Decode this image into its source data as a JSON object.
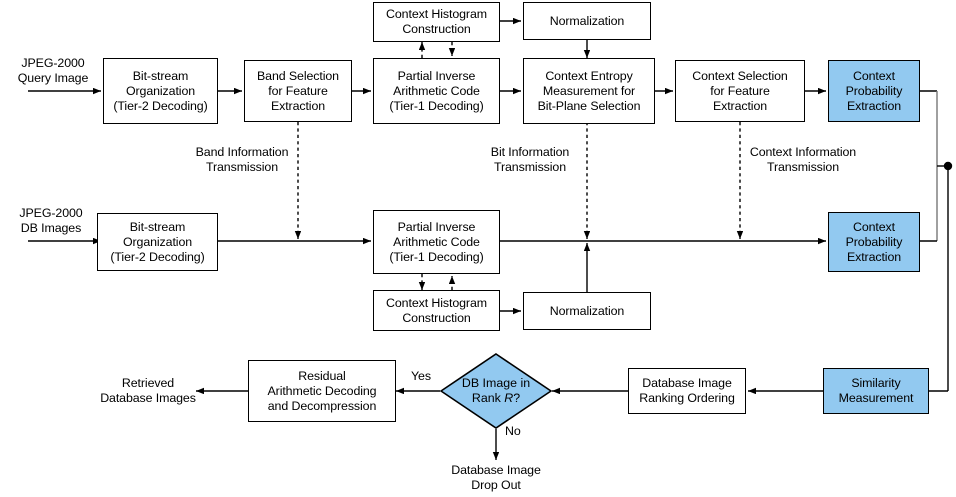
{
  "diagram": {
    "title": "JPEG-2000 compressed-domain image retrieval flowchart",
    "colors": {
      "highlight_blue": "#92c9f0",
      "line": "#000000",
      "background": "#ffffff"
    },
    "nodes": {
      "query_bitstream": "Bit-stream\nOrganization\n(Tier-2 Decoding)",
      "band_selection": "Band Selection\nfor Feature\nExtraction",
      "query_partial_inverse": "Partial Inverse\nArithmetic Code\n(Tier-1 Decoding)",
      "context_entropy": "Context Entropy\nMeasurement for\nBit-Plane Selection",
      "context_selection": "Context Selection\nfor Feature\nExtraction",
      "query_context_prob": "Context\nProbability\nExtraction",
      "top_histogram": "Context Histogram\nConstruction",
      "top_normalization": "Normalization",
      "db_bitstream": "Bit-stream\nOrganization\n(Tier-2 Decoding)",
      "db_partial_inverse": "Partial Inverse\nArithmetic Code\n(Tier-1 Decoding)",
      "db_context_prob": "Context\nProbability\nExtraction",
      "bottom_histogram": "Context Histogram\nConstruction",
      "bottom_normalization": "Normalization",
      "similarity": "Similarity\nMeasurement",
      "ranking": "Database Image\nRanking Ordering",
      "residual": "Residual\nArithmetic Decoding\nand Decompression"
    },
    "decision": {
      "line1": "DB Image in",
      "line2_prefix": "Rank ",
      "line2_var": "R",
      "line2_suffix": "?"
    },
    "labels": {
      "query_input": "JPEG-2000\nQuery Image",
      "db_input": "JPEG-2000\nDB Images",
      "band_info": "Band Information\nTransmission",
      "bit_info": "Bit Information\nTransmission",
      "context_info": "Context Information\nTransmission",
      "yes": "Yes",
      "no": "No",
      "retrieved": "Retrieved\nDatabase Images",
      "drop_out": "Database Image\nDrop Out"
    }
  }
}
